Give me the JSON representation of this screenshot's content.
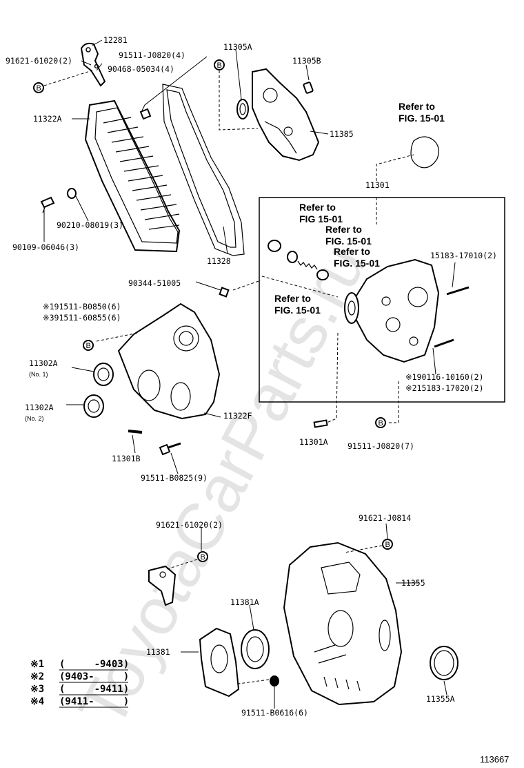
{
  "watermark": "ToyotaCarParts.ru",
  "diagram_number": "113667",
  "labels": {
    "p12281": "12281",
    "p91621_61020_top": "91621-61020(2)",
    "p91511_J0820_4": "91511-J0820(4)",
    "p90468": "90468-05034(4)",
    "p11305A": "11305A",
    "p11305B": "11305B",
    "p11322A": "11322A",
    "p11385": "11385",
    "p90210": "90210-08019(3)",
    "p90109": "90109-06046(3)",
    "p11328": "11328",
    "p11301": "11301",
    "p90344": "90344-51005",
    "p15183_17010": "15183-17010(2)",
    "p91511_B0850": "※191511-B0850(6)",
    "p91511_60855": "※391511-60855(6)",
    "p11302A_1": "11302A",
    "p11302A_1_note": "(No. 1)",
    "p11302A_2": "11302A",
    "p11302A_2_note": "(No. 2)",
    "p11322F": "11322F",
    "p11301B": "11301B",
    "p91511_B0825": "91511-B0825(9)",
    "p90116": "※190116-10160(2)",
    "p15183_17020": "※215183-17020(2)",
    "p11301A": "11301A",
    "p91511_J0820_7": "91511-J0820(7)",
    "p91621_61020_bot": "91621-61020(2)",
    "p91621_J0814": "91621-J0814",
    "p11355": "11355",
    "p11381A": "11381A",
    "p11381": "11381",
    "p11355A": "11355A",
    "p91511_B0616": "91511-B0616(6)"
  },
  "refs": [
    {
      "a": "Refer to",
      "b": "FIG. 15-01"
    },
    {
      "a": "Refer to",
      "b": "FIG 15-01"
    },
    {
      "a": "Refer to",
      "b": "FIG. 15-01"
    },
    {
      "a": "Refer to",
      "b": "FIG. 15-01"
    },
    {
      "a": "Refer to",
      "b": "FIG. 15-01"
    }
  ],
  "bolt_marker": "B",
  "legend": [
    {
      "mark": "※1",
      "range": "(     -9403)"
    },
    {
      "mark": "※2",
      "range": "(9403-     )"
    },
    {
      "mark": "※3",
      "range": "(     -9411)"
    },
    {
      "mark": "※4",
      "range": "(9411-     )"
    }
  ]
}
